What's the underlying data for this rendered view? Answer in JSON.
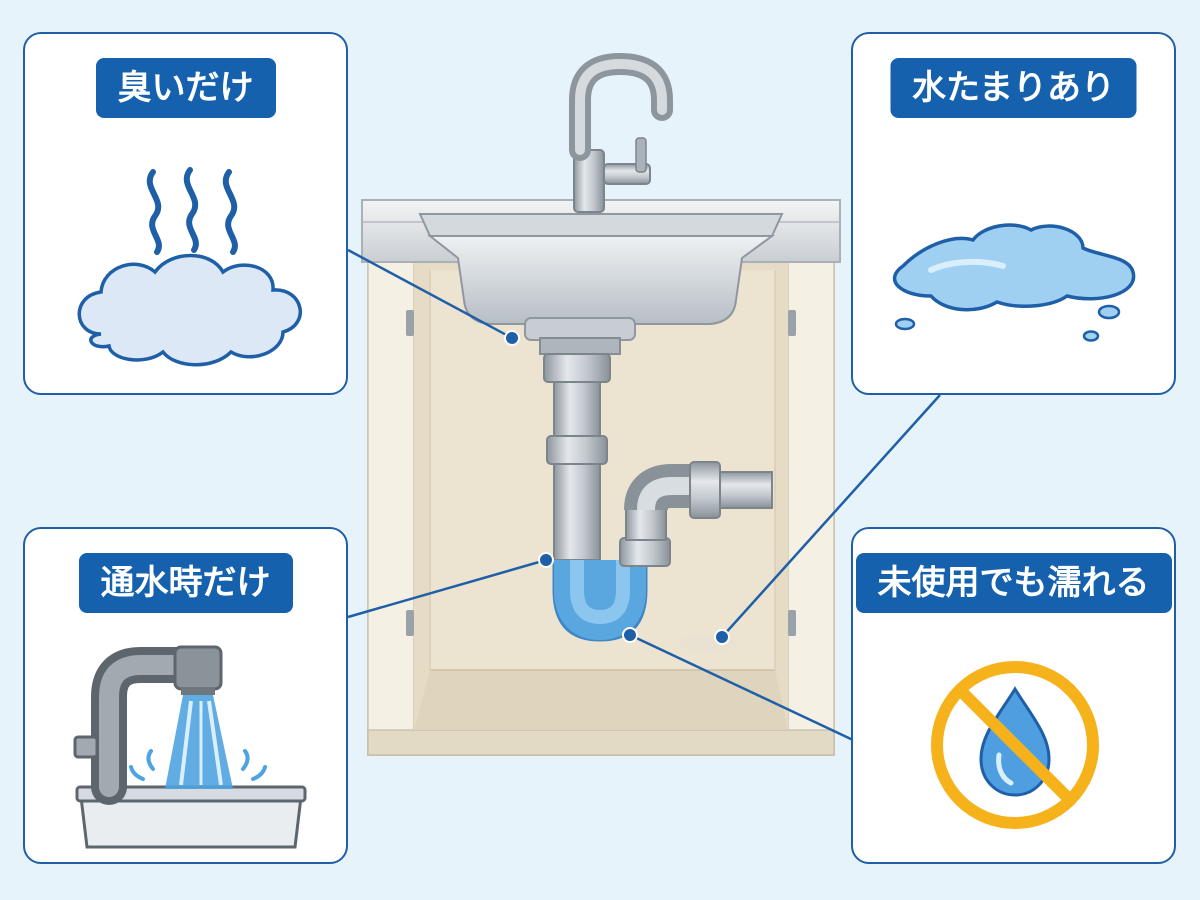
{
  "panels": {
    "smell": {
      "label": "臭いだけ",
      "icon": "odor-cloud-icon"
    },
    "puddle": {
      "label": "水たまりあり",
      "icon": "water-puddle-icon"
    },
    "flow": {
      "label": "通水時だけ",
      "icon": "running-faucet-icon"
    },
    "wet": {
      "label": "未使用でも濡れる",
      "icon": "no-water-drop-icon"
    }
  },
  "colors": {
    "panel_border": "#1f5fa8",
    "label_bg": "#1661ad",
    "label_text": "#ffffff",
    "background": "#e7f3fb",
    "water": "#5aa7e0",
    "prohibit": "#f6b21b"
  }
}
